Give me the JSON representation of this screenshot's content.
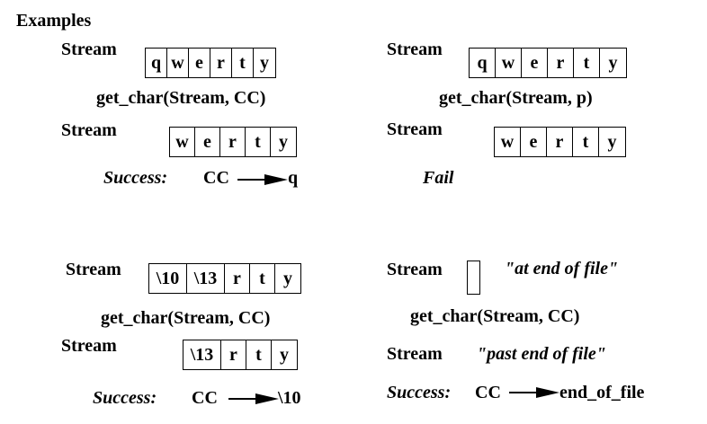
{
  "title": "Examples",
  "stream_label": "Stream",
  "example1": {
    "cells_before": [
      "q",
      "w",
      "e",
      "r",
      "t",
      "y"
    ],
    "call": "get_char(Stream, CC)",
    "cells_after": [
      "w",
      "e",
      "r",
      "t",
      "y"
    ],
    "status": "Success:",
    "var": "CC",
    "result": "q"
  },
  "example2": {
    "cells_before": [
      "q",
      "w",
      "e",
      "r",
      "t",
      "y"
    ],
    "call": "get_char(Stream, p)",
    "cells_after": [
      "w",
      "e",
      "r",
      "t",
      "y"
    ],
    "status": "Fail"
  },
  "example3": {
    "cells_before": [
      "\\10",
      "\\13",
      "r",
      "t",
      "y"
    ],
    "call": "get_char(Stream, CC)",
    "cells_after": [
      "\\13",
      "r",
      "t",
      "y"
    ],
    "status": "Success:",
    "var": "CC",
    "result": "\\10"
  },
  "example4": {
    "note_before": "\"at end of file\"",
    "call": "get_char(Stream, CC)",
    "note_after": "\"past end of file\"",
    "status": "Success:",
    "var": "CC",
    "result": "end_of_file"
  }
}
